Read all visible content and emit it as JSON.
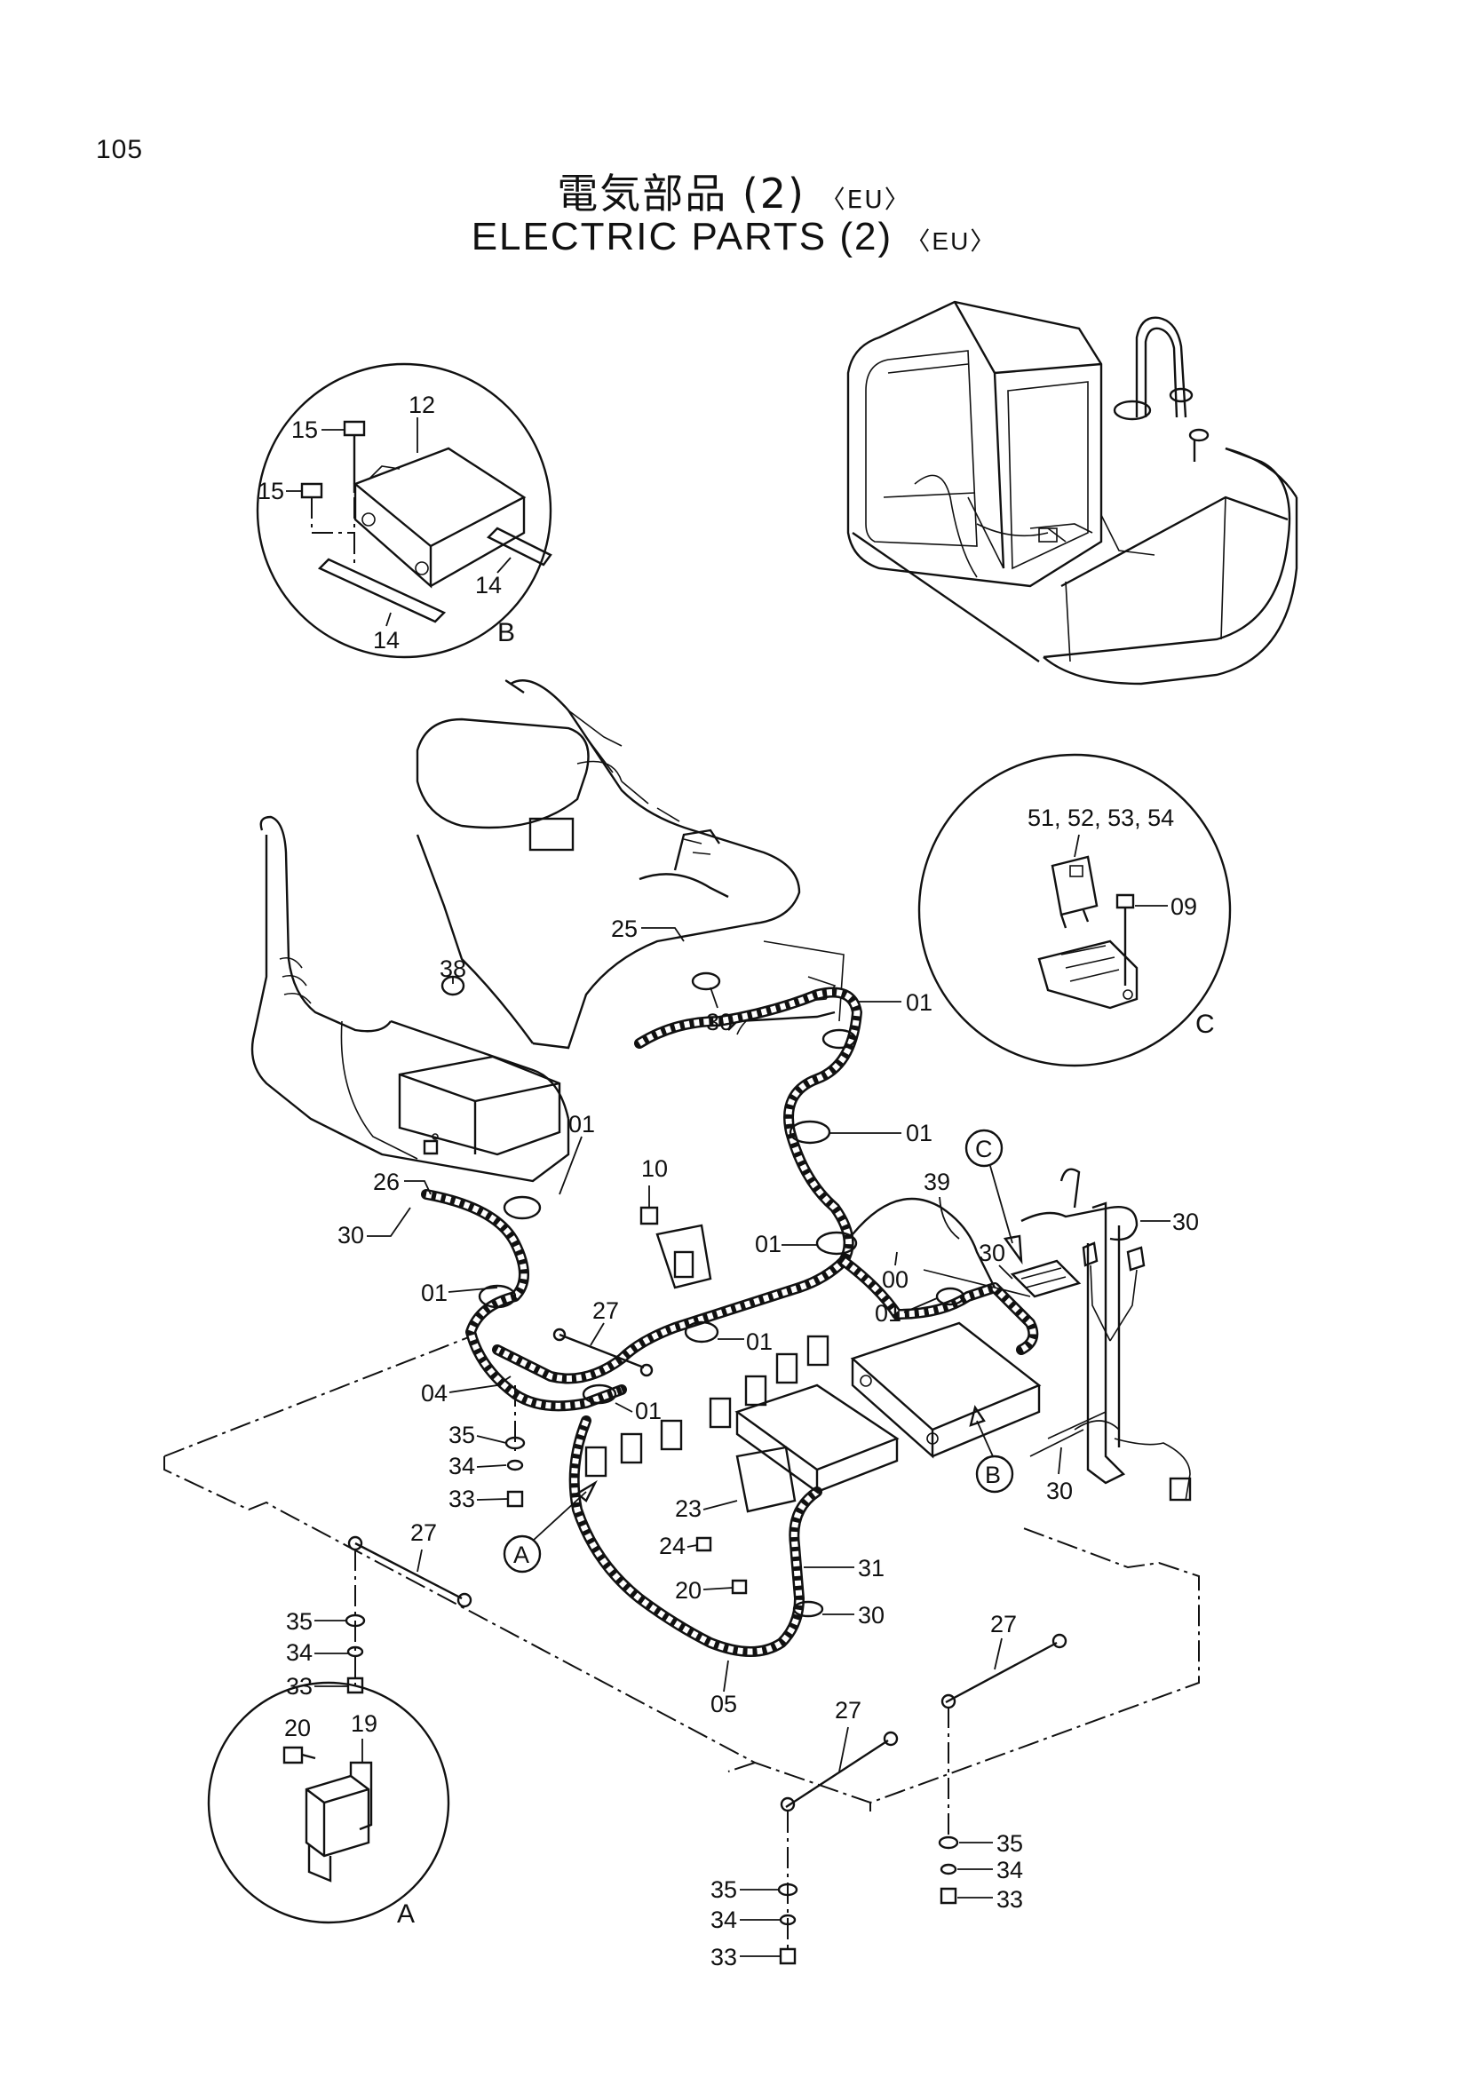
{
  "page": {
    "number": "105"
  },
  "title": {
    "japanese": "電気部品 (2)",
    "english": "ELECTRIC  PARTS (2)",
    "region_tag": "〈EU〉"
  },
  "details": {
    "B": {
      "letter": "B",
      "callouts": [
        "12",
        "15",
        "15",
        "14",
        "14"
      ]
    },
    "C": {
      "letter": "C",
      "callouts": [
        "51, 52, 53, 54",
        "09"
      ]
    },
    "A": {
      "letter": "A",
      "callouts": [
        "20",
        "19"
      ]
    }
  },
  "reference_markers": [
    "C",
    "B",
    "A"
  ],
  "callouts": {
    "c38": "38",
    "c25": "25",
    "c30a": "30",
    "c01a": "01",
    "c01b": "01",
    "c01c": "01",
    "c10": "10",
    "c26": "26",
    "c30b": "30",
    "c01d": "01",
    "c27a": "27",
    "c01e": "01",
    "c04": "04",
    "c01f": "01",
    "c39": "39",
    "c01g": "01",
    "c00": "00",
    "c01h": "01",
    "c30c": "30",
    "c30d": "30",
    "c30e": "30",
    "c35a": "35",
    "c34a": "34",
    "c33a": "33",
    "c23": "23",
    "c24": "24",
    "c20": "20",
    "c31": "31",
    "c30f": "30",
    "c05": "05",
    "c27b": "27",
    "c35b": "35",
    "c34b": "34",
    "c33b": "33",
    "c27c": "27",
    "c27d": "27",
    "c35c": "35",
    "c34c": "34",
    "c33c": "33",
    "c35d": "35",
    "c34d": "34",
    "c33d": "33"
  }
}
